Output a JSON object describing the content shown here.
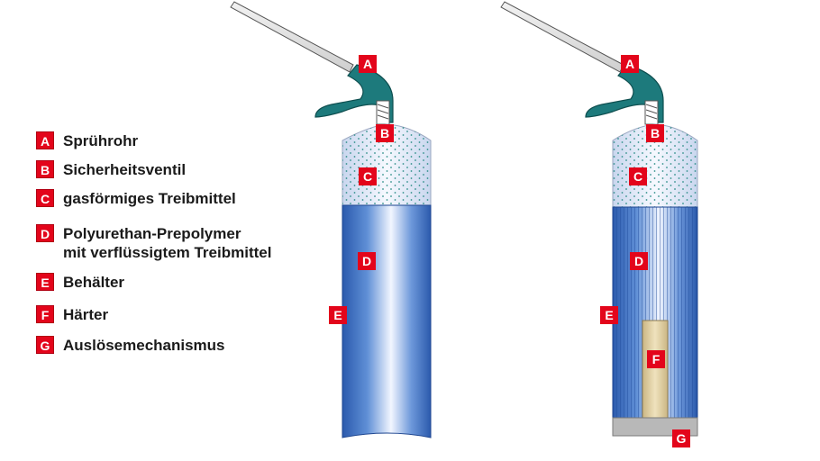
{
  "legend": [
    {
      "key": "A",
      "label": "Sprührohr"
    },
    {
      "key": "B",
      "label": "Sicherheitsventil"
    },
    {
      "key": "C",
      "label": "gasförmiges Treibmittel"
    },
    {
      "key": "D",
      "label": "Polyurethan-Prepolymer",
      "label2": "mit verflüssigtem Treibmittel"
    },
    {
      "key": "E",
      "label": "Behälter"
    },
    {
      "key": "F",
      "label": "Härter"
    },
    {
      "key": "G",
      "label": "Auslösemechanismus"
    }
  ],
  "left_can_tags": [
    "A",
    "B",
    "C",
    "D",
    "E"
  ],
  "right_can_tags": [
    "A",
    "B",
    "C",
    "D",
    "E",
    "F",
    "G"
  ],
  "colors": {
    "tag_red": "#e3051b",
    "can_blue": "#2f63b8",
    "nozzle_teal": "#1d7a7c",
    "gas_dots": "#2f8f8a",
    "hardener_tan": "#d9c79a",
    "base_gray": "#b8b8b8"
  }
}
